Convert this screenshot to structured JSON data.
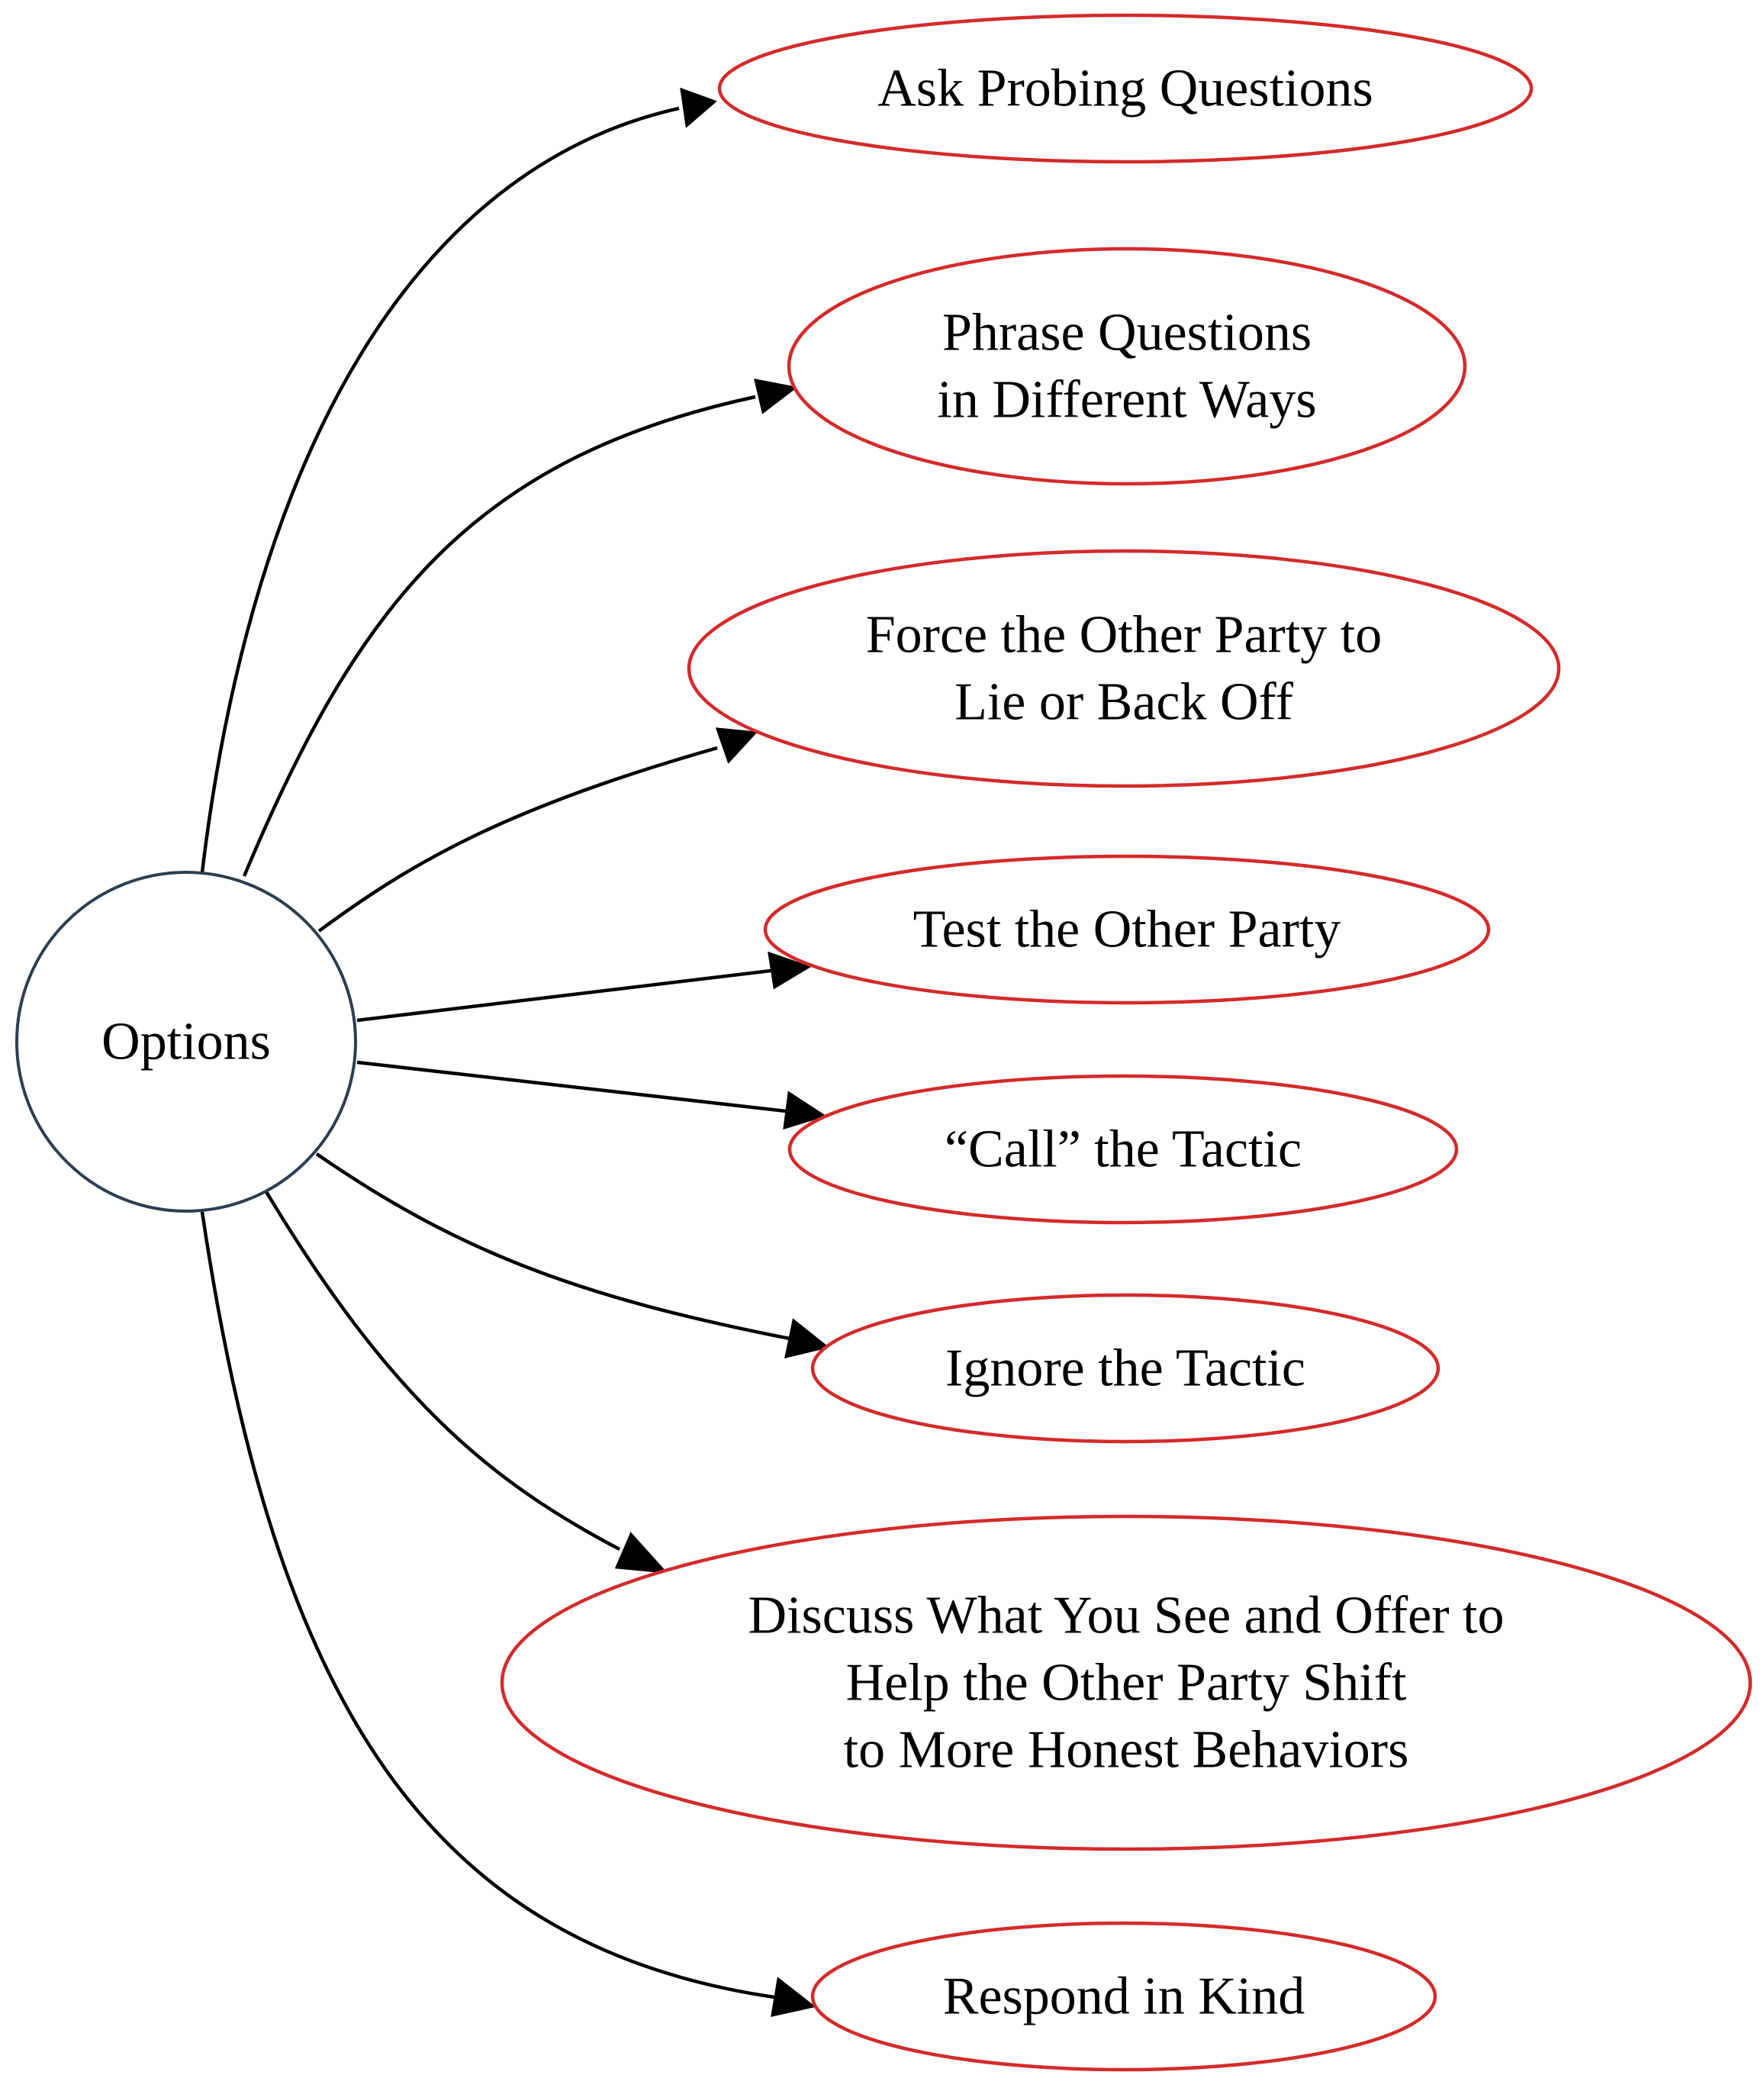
{
  "diagram": {
    "center": {
      "label": "Options",
      "border_color": "#2c3e50"
    },
    "option_border_color": "#d42a2a",
    "edge_color": "#000000",
    "options": [
      {
        "id": "ask-probing-questions",
        "lines": [
          "Ask Probing Questions"
        ]
      },
      {
        "id": "phrase-questions",
        "lines": [
          "Phrase Questions",
          "in Different Ways"
        ]
      },
      {
        "id": "force-other-party",
        "lines": [
          "Force the Other Party to",
          "Lie or Back Off"
        ]
      },
      {
        "id": "test-other-party",
        "lines": [
          "Test the Other Party"
        ]
      },
      {
        "id": "call-the-tactic",
        "lines": [
          "“Call” the Tactic"
        ]
      },
      {
        "id": "ignore-the-tactic",
        "lines": [
          "Ignore the Tactic"
        ]
      },
      {
        "id": "discuss-what-you-see",
        "lines": [
          "Discuss What You See and Offer to",
          "Help the Other Party Shift",
          "to More Honest Behaviors"
        ]
      },
      {
        "id": "respond-in-kind",
        "lines": [
          "Respond in Kind"
        ]
      }
    ]
  }
}
